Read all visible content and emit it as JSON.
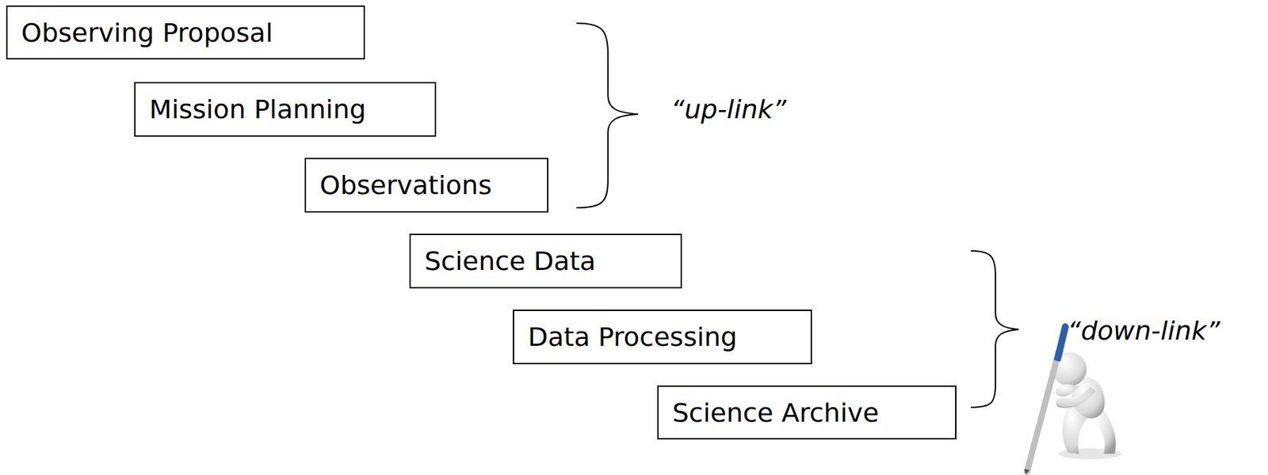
{
  "diagram": {
    "nodes": [
      {
        "text": [
          "Observing Proposal"
        ]
      },
      {
        "text": [
          "Mission Planning"
        ]
      },
      {
        "text": [
          "Observations"
        ]
      },
      {
        "text": [
          "Science Data"
        ]
      },
      {
        "text": [
          "Data Processing"
        ]
      },
      {
        "text": [
          "Science Archive"
        ]
      }
    ],
    "labels": [
      "“up-link”",
      "“down-link”"
    ]
  }
}
